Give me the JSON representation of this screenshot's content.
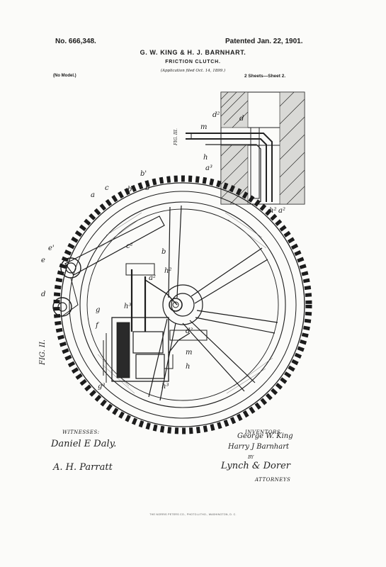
{
  "header": {
    "patent_no": "No. 666,348.",
    "patented": "Patented Jan. 22, 1901.",
    "inventors_line": "G. W. KING & H. J. BARNHART.",
    "title": "FRICTION CLUTCH.",
    "application": "(Application filed Oct. 14, 1899.)",
    "model": "(No Model.)",
    "sheets": "2 Sheets—Sheet 2."
  },
  "figures": {
    "main": "FIG. II.",
    "detail": "FIG. III."
  },
  "signatures": {
    "witnesses_label": "WITNESSES:",
    "witness_1": "Daniel E Daly.",
    "witness_2": "A. H. Parratt",
    "inventors_label": "INVENTORS",
    "inventor_1": "George W. King",
    "inventor_2": "Harry J Barnhart",
    "by_label": "BY",
    "attorney": "Lynch & Dorer",
    "attorneys_label": "ATTORNEYS"
  },
  "printer": "THE NORRIS PETERS CO., PHOTO-LITHO., WASHINGTON, D. C.",
  "reference_letters": [
    "a",
    "c",
    "d",
    "e",
    "e'",
    "b",
    "b'",
    "b²",
    "c²",
    "h",
    "h²",
    "h³",
    "f",
    "g",
    "m",
    "a²",
    "a³",
    "d²"
  ]
}
